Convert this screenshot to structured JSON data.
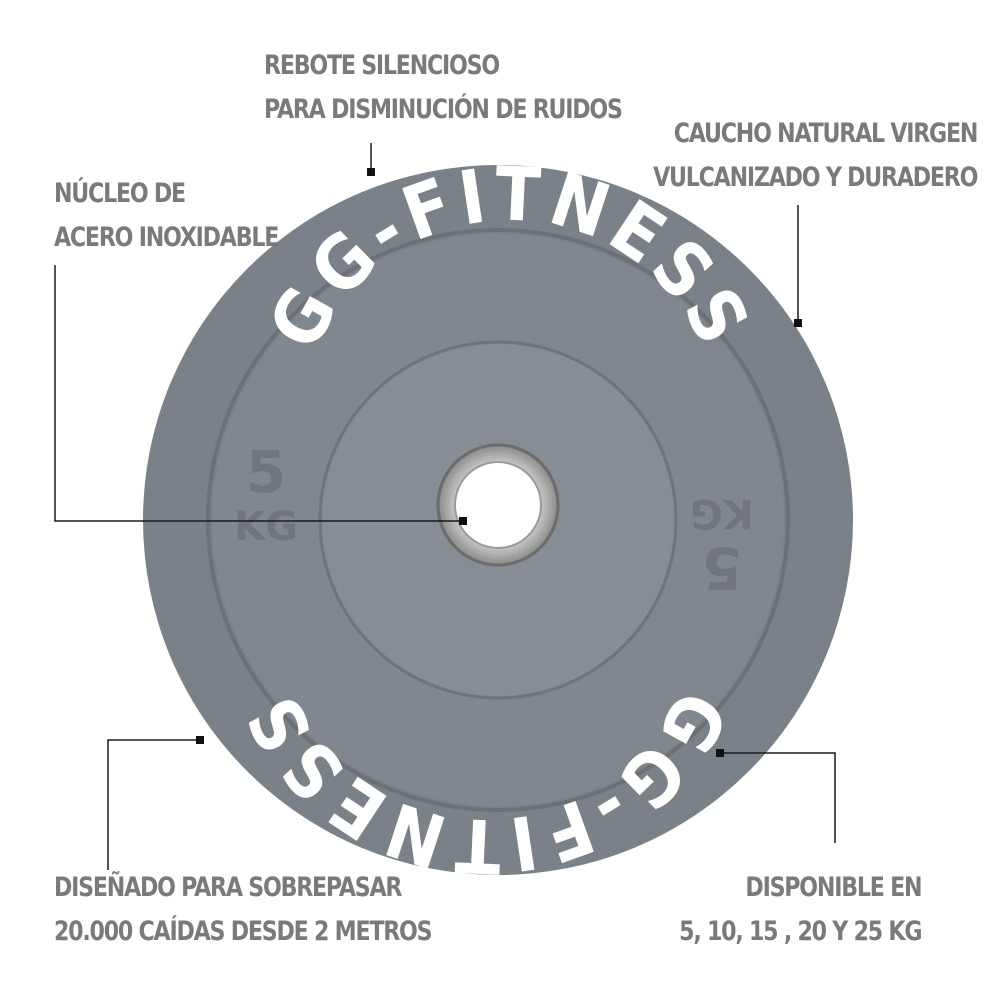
{
  "callouts": {
    "top": [
      "REBOTE SILENCIOSO",
      "PARA DISMINUCIÓN DE RUIDOS"
    ],
    "top_right": [
      "CAUCHO NATURAL VIRGEN",
      "VULCANIZADO Y DURADERO"
    ],
    "left": [
      "NÚCLEO DE",
      "ACERO INOXIDABLE"
    ],
    "bottom_left": [
      "DISEÑADO PARA SOBREPASAR",
      "20.000 CAÍDAS DESDE 2 METROS"
    ],
    "bottom_right": [
      "DISPONIBLE EN",
      "5, 10, 15 , 20 Y 25 KG"
    ]
  },
  "plate": {
    "brand": "GG-FITNESS",
    "weight_number": "5",
    "weight_unit": "KG"
  },
  "colors": {
    "plate_outer": "#7b8188",
    "plate_inner": "#858b92",
    "plate_line": "#6d7379",
    "brand_text": "#ffffff",
    "callout_text": "#7a7a7a",
    "leader_line": "#1a1a1a",
    "hub": "#b0b0b0"
  }
}
